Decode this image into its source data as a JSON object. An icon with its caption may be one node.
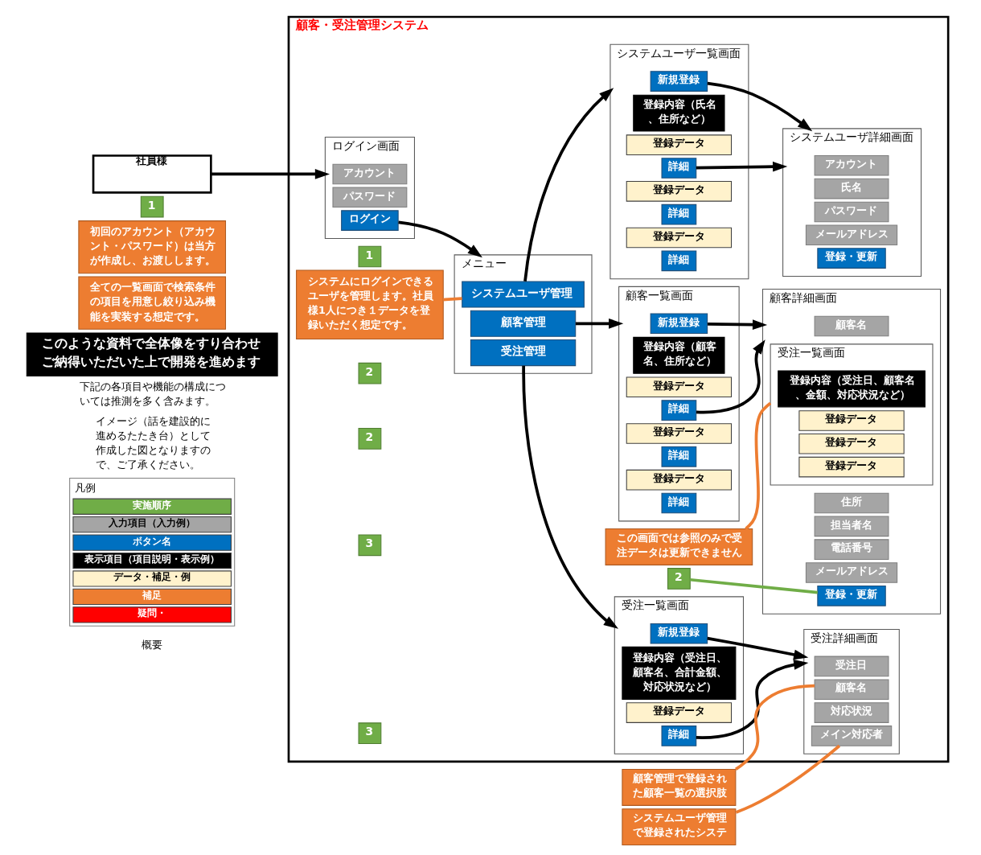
{
  "diagram": {
    "nodes": [
      {
        "text": [
          "全ての一覧画面で検索条件の項目を用意し絞り込み機能を実装する想定です。"
        ]
      },
      {
        "text": [
          "このような資料で全体像をすり合わせご納得いただいた上で開発を進めます"
        ]
      },
      {
        "text": [
          "社員様"
        ]
      },
      {
        "text": [
          "1"
        ]
      },
      {
        "text": [
          "初回のアカウント（アカウント・パスワード）は当方が作成し、お渡しします。"
        ]
      },
      {
        "text": [
          "顧客・受注管理システム"
        ]
      },
      {
        "text": [
          "ログイン画面"
        ],
        "in": 5
      },
      {
        "text": [
          "アカウント"
        ],
        "in": 6
      },
      {
        "text": [
          "パスワード"
        ],
        "in": 6
      },
      {
        "text": [
          "ログイン"
        ],
        "in": 6
      },
      {
        "text": [
          "1"
        ],
        "in": 5
      },
      {
        "text": [
          "システムにログインできるユーザを管理します。社員様1人につき１データを登録いただく想定です。"
        ],
        "in": 5
      },
      {
        "text": [
          "メニュー"
        ],
        "in": 5
      },
      {
        "text": [
          "システムユーザ管理"
        ],
        "in": 12
      },
      {
        "text": [
          "顧客管理"
        ],
        "in": 12
      },
      {
        "text": [
          "受注管理"
        ],
        "in": 12
      },
      {
        "text": [
          "システムユーザ一覧画面"
        ],
        "in": 5
      },
      {
        "text": [
          "新規登録"
        ],
        "in": 16
      },
      {
        "text": [
          "登録内容（氏名、住所など）"
        ],
        "in": 16
      },
      {
        "text": [
          "登録データ"
        ],
        "in": 16
      },
      {
        "text": [
          "詳細"
        ],
        "in": 16
      },
      {
        "text": [
          "登録データ"
        ],
        "in": 16
      },
      {
        "text": [
          "詳細"
        ],
        "in": 16
      },
      {
        "text": [
          "登録データ"
        ],
        "in": 16
      },
      {
        "text": [
          "詳細"
        ],
        "in": 16
      },
      {
        "text": [
          "システムユーザ詳細画面"
        ],
        "in": 5
      },
      {
        "text": [
          "アカウント"
        ],
        "in": 25
      },
      {
        "text": [
          "氏名"
        ],
        "in": 25
      },
      {
        "text": [
          "パスワード"
        ],
        "in": 25
      },
      {
        "text": [
          "メールアドレス"
        ],
        "in": 25
      },
      {
        "text": [
          "登録・更新"
        ],
        "in": 25
      },
      {
        "text": [
          "2"
        ],
        "in": 5
      },
      {
        "text": [
          "顧客一覧画面"
        ],
        "in": 5
      },
      {
        "text": [
          "新規登録"
        ],
        "in": 32
      },
      {
        "text": [
          "登録内容（顧客名、住所など）"
        ],
        "in": 32
      },
      {
        "text": [
          "登録データ"
        ],
        "in": 32
      },
      {
        "text": [
          "詳細"
        ],
        "in": 32
      },
      {
        "text": [
          "登録データ"
        ],
        "in": 32
      },
      {
        "text": [
          "詳細"
        ],
        "in": 32
      },
      {
        "text": [
          "登録データ"
        ],
        "in": 32
      },
      {
        "text": [
          "詳細"
        ],
        "in": 32
      },
      {
        "text": [
          "2"
        ],
        "in": 5
      },
      {
        "text": [
          "顧客詳細画面"
        ],
        "in": 5
      },
      {
        "text": [
          "顧客名"
        ],
        "in": 42
      },
      {
        "text": [
          "住所"
        ],
        "in": 42
      },
      {
        "text": [
          "担当者名"
        ],
        "in": 42
      },
      {
        "text": [
          "電話番号"
        ],
        "in": 42
      },
      {
        "text": [
          "メールアドレス"
        ],
        "in": 42
      },
      {
        "text": [
          "受注一覧画面"
        ],
        "in": 42
      },
      {
        "text": [
          "登録内容（受注日、顧客名、金額、対応状況など）"
        ],
        "in": 48
      },
      {
        "text": [
          "登録データ"
        ],
        "in": 48
      },
      {
        "text": [
          "登録データ"
        ],
        "in": 48
      },
      {
        "text": [
          "登録データ"
        ],
        "in": 48
      },
      {
        "text": [
          "登録・更新"
        ],
        "in": 42
      },
      {
        "text": [
          "この画面では参照のみで受注データは更新できません"
        ],
        "in": 5
      },
      {
        "text": [
          "2"
        ],
        "in": 5
      },
      {
        "text": [
          "3"
        ],
        "in": 5
      },
      {
        "text": [
          "受注一覧画面"
        ],
        "in": 5
      },
      {
        "text": [
          "新規登録"
        ],
        "in": 57
      },
      {
        "text": [
          "登録内容（受注日、顧客名、合計金額、対応状況など）"
        ],
        "in": 57
      },
      {
        "text": [
          "登録データ"
        ],
        "in": 57
      },
      {
        "text": [
          "詳細"
        ],
        "in": 57
      },
      {
        "text": [
          "3"
        ],
        "in": 5
      },
      {
        "text": [
          "受注詳細画面"
        ],
        "in": 5
      },
      {
        "text": [
          "受注日"
        ],
        "in": 63
      },
      {
        "text": [
          "顧客名"
        ],
        "in": 63
      },
      {
        "text": [
          "対応状況"
        ],
        "in": 63
      },
      {
        "text": [
          "メイン対応者"
        ],
        "in": 63
      },
      {
        "text": [
          "顧客管理で登録された顧客一覧の選択肢"
        ]
      },
      {
        "text": [
          "システムユーザ管理で登録されたシステ"
        ]
      }
    ],
    "edges": [
      {
        "from": 2,
        "to": 6,
        "arrow": "to"
      },
      {
        "from": 9,
        "to": 12,
        "arrow": "to"
      },
      {
        "from": 13,
        "to": 16,
        "arrow": "to"
      },
      {
        "from": 17,
        "to": 25,
        "arrow": "to"
      },
      {
        "from": 20,
        "to": 25,
        "arrow": "to"
      },
      {
        "from": 14,
        "to": 32,
        "arrow": "to"
      },
      {
        "from": 33,
        "to": 42,
        "arrow": "to"
      },
      {
        "from": 36,
        "to": 42,
        "arrow": "to"
      },
      {
        "from": 15,
        "to": 57,
        "arrow": "to"
      },
      {
        "from": 58,
        "to": 63,
        "arrow": "to"
      },
      {
        "from": 61,
        "to": 63,
        "arrow": "to"
      },
      {
        "from": 11,
        "to": 13,
        "arrow": "none",
        "color": "#ed7d31"
      },
      {
        "from": 54,
        "to": 48,
        "arrow": "none",
        "color": "#ed7d31"
      },
      {
        "from": 55,
        "to": 53,
        "arrow": "none",
        "color": "#70ad47"
      },
      {
        "from": 68,
        "to": 65,
        "arrow": "none",
        "color": "#ed7d31"
      },
      {
        "from": 69,
        "to": 67,
        "arrow": "none",
        "color": "#ed7d31"
      }
    ],
    "labels": [
      "下記の各項目や機能の構成については推測を多く含みます。",
      "イメージ（話を建設的に進めるたたき台）として作成した図となりますので、ご了承ください。",
      "凡例",
      "概要"
    ],
    "legend": [
      {
        "text": "実施順序",
        "color": "#70ad47"
      },
      {
        "text": "入力項目（入力例）",
        "color": "#a5a5a5"
      },
      {
        "text": "ボタン名",
        "color": "#0070c0"
      },
      {
        "text": "表示項目（項目説明・表示例）",
        "color": "#000000"
      },
      {
        "text": "データ・補足・例",
        "color": "#fff2cc"
      },
      {
        "text": "補足",
        "color": "#ed7d31"
      },
      {
        "text": "疑問・",
        "color": "#ff0000"
      }
    ]
  }
}
